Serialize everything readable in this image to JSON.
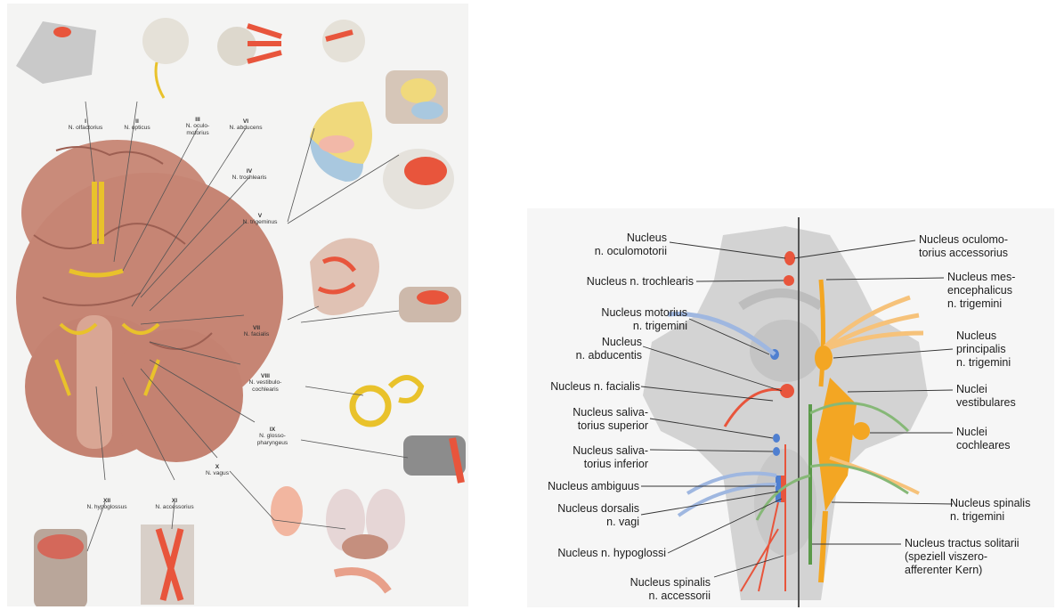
{
  "left_plate": {
    "cranial_nerves": [
      {
        "num": "I",
        "name": "N. olfactorius"
      },
      {
        "num": "II",
        "name": "N. opticus"
      },
      {
        "num": "III",
        "name": "N. oculo-\nmotorius"
      },
      {
        "num": "VI",
        "name": "N. abducens"
      },
      {
        "num": "IV",
        "name": "N. trochlearis"
      },
      {
        "num": "V",
        "name": "N. trigeminus"
      },
      {
        "num": "VII",
        "name": "N. facialis"
      },
      {
        "num": "VIII",
        "name": "N. vestibulo-\ncochlearis"
      },
      {
        "num": "IX",
        "name": "N. glosso-\npharyngeus"
      },
      {
        "num": "X",
        "name": "N. vagus"
      },
      {
        "num": "XII",
        "name": "N. hypoglossus"
      },
      {
        "num": "XI",
        "name": "N. accessorius"
      }
    ]
  },
  "right_plate": {
    "labels_left": [
      "Nucleus\nn. oculomotorii",
      "Nucleus n. trochlearis",
      "Nucleus motorius\nn. trigemini",
      "Nucleus\nn. abducentis",
      "Nucleus n. facialis",
      "Nucleus saliva-\ntorius superior",
      "Nucleus saliva-\ntorius inferior",
      "Nucleus ambiguus",
      "Nucleus dorsalis\nn. vagi",
      "Nucleus n. hypoglossi",
      "Nucleus spinalis\nn. accessorii"
    ],
    "labels_right": [
      "Nucleus oculomo-\ntorius accessorius",
      "Nucleus mes-\nencephalicus\nn. trigemini",
      "Nucleus\nprincipalis\nn. trigemini",
      "Nuclei\nvestibulares",
      "Nuclei\ncochleares",
      "Nucleus spinalis\nn. trigemini",
      "Nucleus tractus solitarii\n(speziell viszero-\nafferenter Kern)"
    ]
  },
  "colors": {
    "motor_red": "#e8553c",
    "sensory_orange": "#f3a623",
    "parasymp_blue": "#4f7fd0",
    "solitary_green": "#5b9a4a",
    "nerve_yellow": "#e9c22b",
    "brain_pink": "#c98b7a"
  }
}
